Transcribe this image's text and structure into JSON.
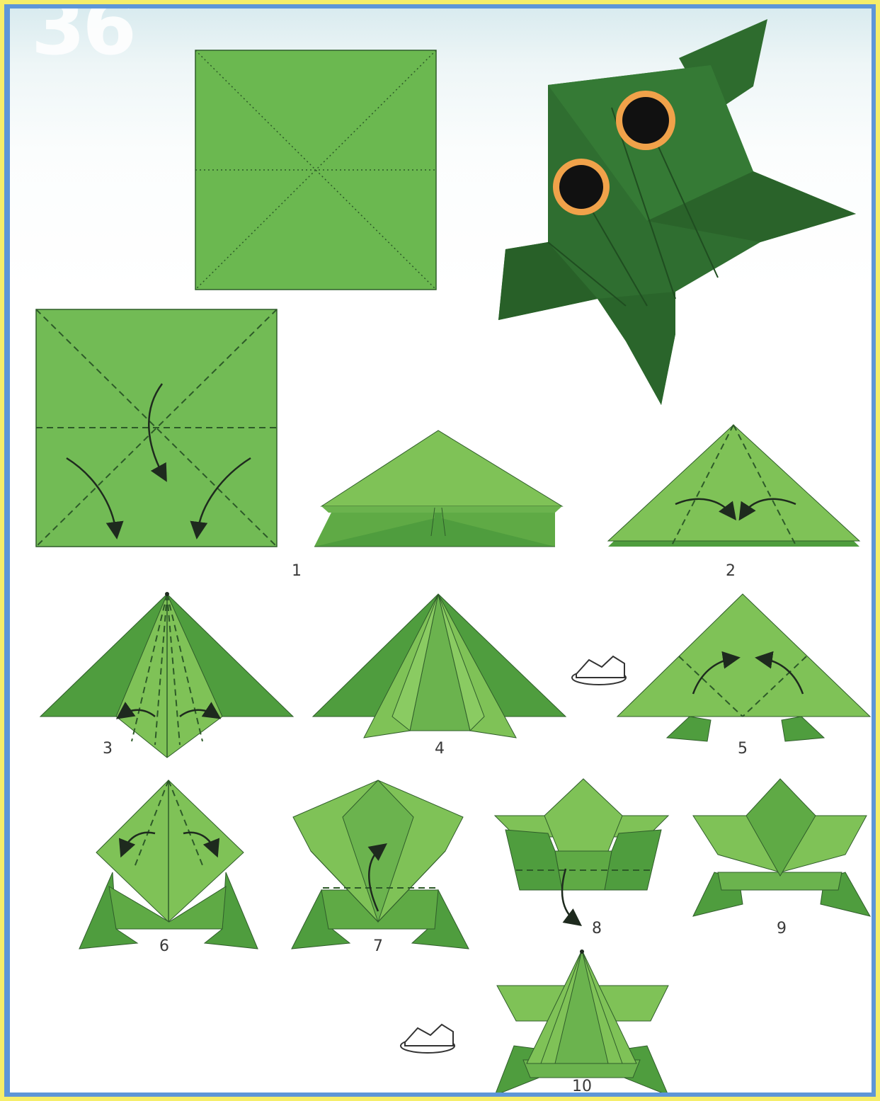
{
  "page": {
    "number": "36"
  },
  "steps": [
    {
      "label": "1"
    },
    {
      "label": "2"
    },
    {
      "label": "3"
    },
    {
      "label": "4"
    },
    {
      "label": "5"
    },
    {
      "label": "6"
    },
    {
      "label": "7"
    },
    {
      "label": "8"
    },
    {
      "label": "9"
    },
    {
      "label": "10"
    }
  ],
  "colors": {
    "light_green": "#7fc257",
    "mid_green": "#5fa845",
    "dark_green": "#3f8a35",
    "frog_green": "#2f6e2f",
    "eye_orange": "#f0a24a",
    "frame_blue": "#5e96d8",
    "frame_yellow": "#f6ee6a"
  },
  "icons": [
    "turn-over-icon",
    "fold-arrow-icon"
  ]
}
